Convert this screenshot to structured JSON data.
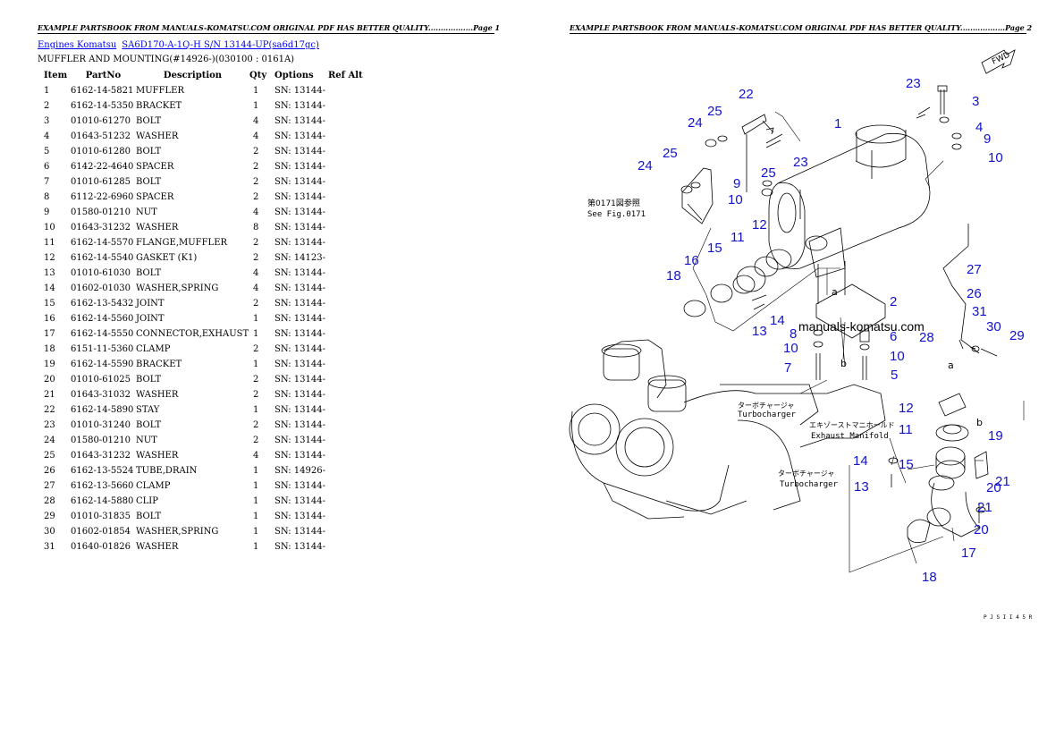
{
  "page1": {
    "header": "EXAMPLE PARTSBOOK FROM MANUALS-KOMATSU.COM ORIGINAL PDF HAS BETTER QUALITY..................Page 1",
    "breadcrumb": [
      "Engines Komatsu",
      "SA6D170-A-1Q-H S/N 13144-UP(sa6d17gc)"
    ],
    "subtitle": "MUFFLER AND MOUNTING(#14926-)(030100 : 0161A)",
    "table": {
      "columns": [
        "Item",
        "PartNo",
        "Description",
        "Qty",
        "Options",
        "Ref Alt"
      ],
      "rows": [
        [
          "1",
          "6162-14-5821",
          "MUFFLER",
          "1",
          "SN: 13144-",
          ""
        ],
        [
          "2",
          "6162-14-5350",
          "BRACKET",
          "1",
          "SN: 13144-",
          ""
        ],
        [
          "3",
          "01010-61270",
          "BOLT",
          "4",
          "SN: 13144-",
          ""
        ],
        [
          "4",
          "01643-51232",
          "WASHER",
          "4",
          "SN: 13144-",
          ""
        ],
        [
          "5",
          "01010-61280",
          "BOLT",
          "2",
          "SN: 13144-",
          ""
        ],
        [
          "6",
          "6142-22-4640",
          "SPACER",
          "2",
          "SN: 13144-",
          ""
        ],
        [
          "7",
          "01010-61285",
          "BOLT",
          "2",
          "SN: 13144-",
          ""
        ],
        [
          "8",
          "6112-22-6960",
          "SPACER",
          "2",
          "SN: 13144-",
          ""
        ],
        [
          "9",
          "01580-01210",
          "NUT",
          "4",
          "SN: 13144-",
          ""
        ],
        [
          "10",
          "01643-31232",
          "WASHER",
          "8",
          "SN: 13144-",
          ""
        ],
        [
          "11",
          "6162-14-5570",
          "FLANGE,MUFFLER",
          "2",
          "SN: 13144-",
          ""
        ],
        [
          "12",
          "6162-14-5540",
          "GASKET (K1)",
          "2",
          "SN: 14123-",
          ""
        ],
        [
          "13",
          "01010-61030",
          "BOLT",
          "4",
          "SN: 13144-",
          ""
        ],
        [
          "14",
          "01602-01030",
          "WASHER,SPRING",
          "4",
          "SN: 13144-",
          ""
        ],
        [
          "15",
          "6162-13-5432",
          "JOINT",
          "2",
          "SN: 13144-",
          ""
        ],
        [
          "16",
          "6162-14-5560",
          "JOINT",
          "1",
          "SN: 13144-",
          ""
        ],
        [
          "17",
          "6162-14-5550",
          "CONNECTOR,EXHAUST",
          "1",
          "SN: 13144-",
          ""
        ],
        [
          "18",
          "6151-11-5360",
          "CLAMP",
          "2",
          "SN: 13144-",
          ""
        ],
        [
          "19",
          "6162-14-5590",
          "BRACKET",
          "1",
          "SN: 13144-",
          ""
        ],
        [
          "20",
          "01010-61025",
          "BOLT",
          "2",
          "SN: 13144-",
          ""
        ],
        [
          "21",
          "01643-31032",
          "WASHER",
          "2",
          "SN: 13144-",
          ""
        ],
        [
          "22",
          "6162-14-5890",
          "STAY",
          "1",
          "SN: 13144-",
          ""
        ],
        [
          "23",
          "01010-31240",
          "BOLT",
          "2",
          "SN: 13144-",
          ""
        ],
        [
          "24",
          "01580-01210",
          "NUT",
          "2",
          "SN: 13144-",
          ""
        ],
        [
          "25",
          "01643-31232",
          "WASHER",
          "4",
          "SN: 13144-",
          ""
        ],
        [
          "26",
          "6162-13-5524",
          "TUBE,DRAIN",
          "1",
          "SN: 14926-",
          ""
        ],
        [
          "27",
          "6162-13-5660",
          "CLAMP",
          "1",
          "SN: 13144-",
          ""
        ],
        [
          "28",
          "6162-14-5880",
          "CLIP",
          "1",
          "SN: 13144-",
          ""
        ],
        [
          "29",
          "01010-31835",
          "BOLT",
          "1",
          "SN: 13144-",
          ""
        ],
        [
          "30",
          "01602-01854",
          "WASHER,SPRING",
          "1",
          "SN: 13144-",
          ""
        ],
        [
          "31",
          "01640-01826",
          "WASHER",
          "1",
          "SN: 13144-",
          ""
        ]
      ]
    }
  },
  "page2": {
    "header": "EXAMPLE PARTSBOOK FROM MANUALS-KOMATSU.COM ORIGINAL PDF HAS BETTER QUALITY..................Page 2",
    "watermark": "manuals-komatsu.com",
    "fwd_badge": "FWD",
    "ref_note_jp": "第0171図参照",
    "ref_note_en": "See Fig.0171",
    "label_turbo_jp_1": "ターボチャージャ",
    "label_turbo_en_1": "Turbocharger",
    "label_manifold_jp": "エキゾーストマニホールド",
    "label_manifold_en": "Exhaust Manifold",
    "label_turbo_jp_2": "ターボチャージャ",
    "label_turbo_en_2": "Turbocharger",
    "marker_a": "a",
    "marker_b": "b",
    "figure_code": "P J S I I 4 5 R",
    "callouts": [
      "22",
      "24",
      "25",
      "25",
      "24",
      "23",
      "23",
      "3",
      "4",
      "9",
      "10",
      "1",
      "9",
      "25",
      "10",
      "12",
      "11",
      "15",
      "16",
      "18",
      "14",
      "13",
      "2",
      "27",
      "26",
      "31",
      "30",
      "29",
      "28",
      "8",
      "10",
      "6",
      "10",
      "7",
      "5",
      "12",
      "11",
      "14",
      "15",
      "13",
      "19",
      "20",
      "21",
      "21",
      "20",
      "17",
      "18"
    ],
    "callout_color": "#1212cc"
  }
}
